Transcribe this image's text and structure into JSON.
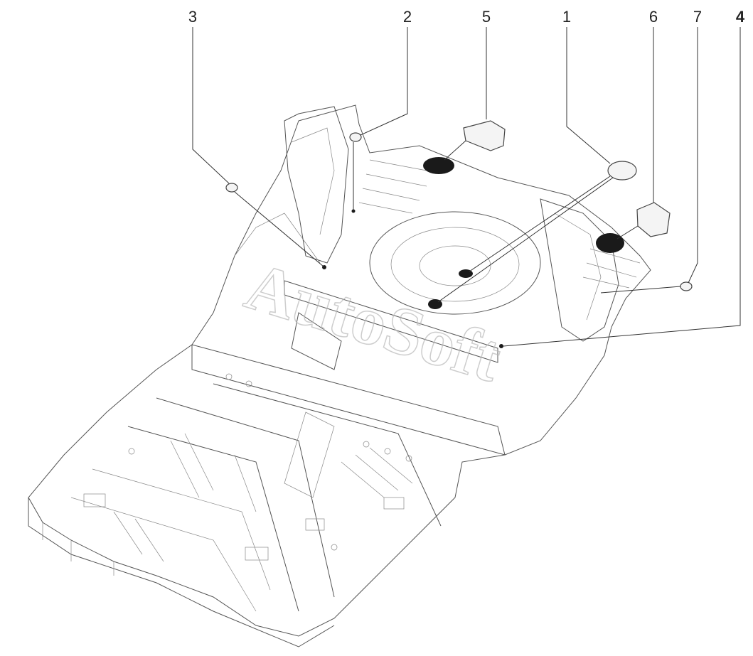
{
  "callouts": [
    {
      "id": "1",
      "label": "1",
      "bold": false
    },
    {
      "id": "2",
      "label": "2",
      "bold": false
    },
    {
      "id": "3",
      "label": "3",
      "bold": false
    },
    {
      "id": "4",
      "label": "4",
      "bold": true
    },
    {
      "id": "5",
      "label": "5",
      "bold": false
    },
    {
      "id": "6",
      "label": "6",
      "bold": false
    },
    {
      "id": "7",
      "label": "7",
      "bold": false
    }
  ],
  "watermark": {
    "text": "AutoSoft"
  },
  "colors": {
    "line": "#555555",
    "pad": "#1a1a1a",
    "plug_fill": "#f4f4f4",
    "watermark": "#b8b8b8"
  }
}
